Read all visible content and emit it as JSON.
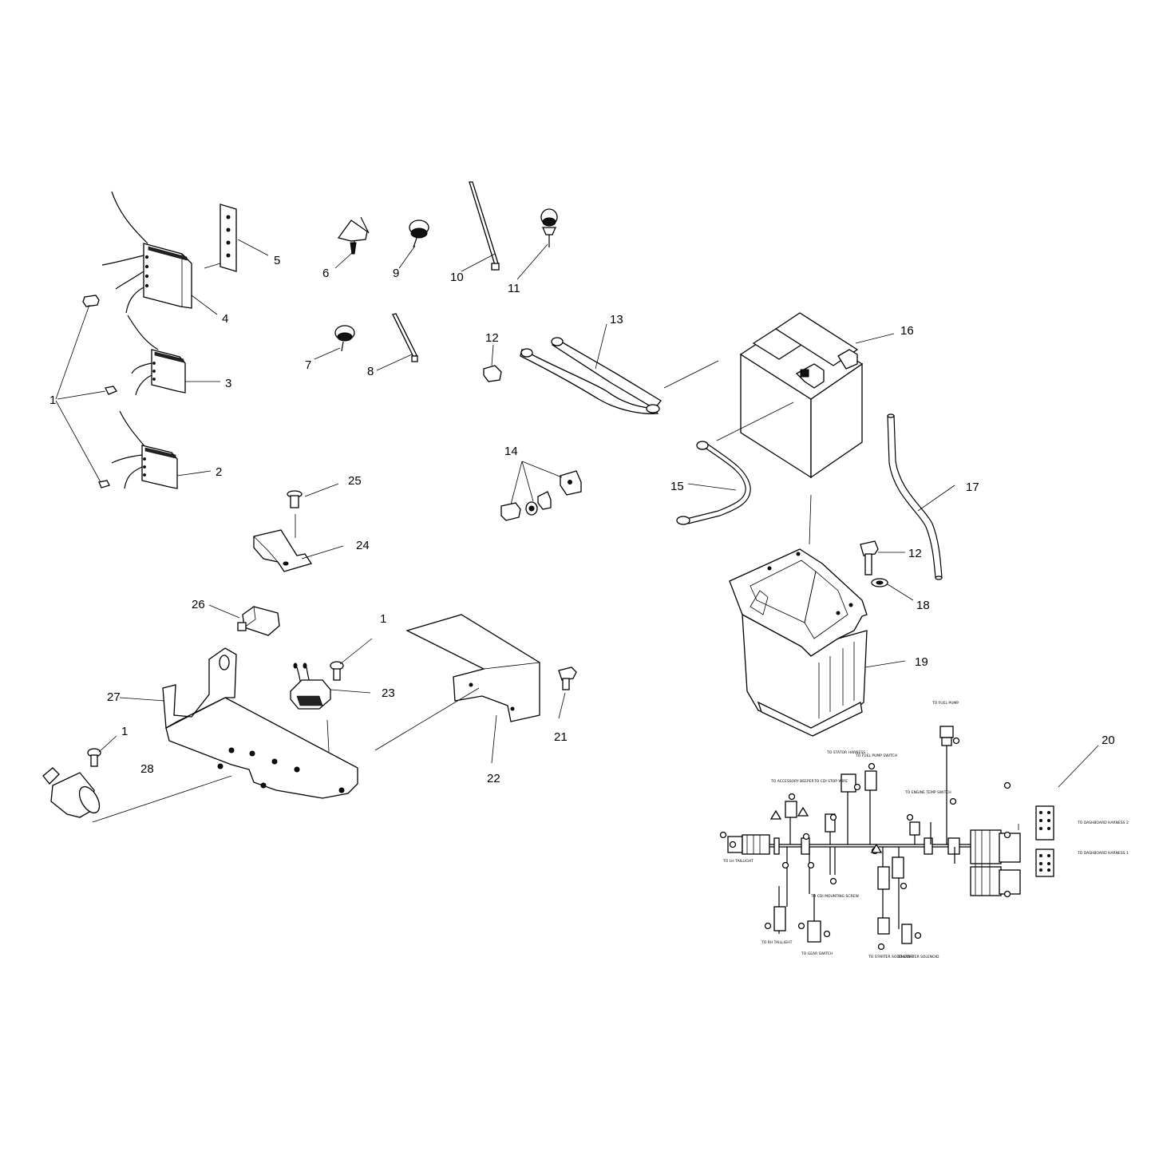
{
  "callouts": {
    "c1": "1",
    "c2": "2",
    "c3": "3",
    "c4": "4",
    "c5": "5",
    "c6": "6",
    "c7": "7",
    "c8": "8",
    "c9": "9",
    "c10": "10",
    "c11": "11",
    "c12": "12",
    "c13": "13",
    "c14": "14",
    "c15": "15",
    "c16": "16",
    "c17": "17",
    "c18": "18",
    "c19": "19",
    "c20": "20",
    "c21": "21",
    "c22": "22",
    "c23": "23",
    "c24": "24",
    "c25": "25",
    "c26": "26",
    "c27": "27",
    "c28": "28"
  },
  "harness": {
    "fuel_pump": "TO FUEL PUMP",
    "stator": "TO STATOR HARNESS",
    "fuel_pump_switch": "TO FUEL PUMP SWITCH",
    "accessory": "TO ACCESSORY BEEPER",
    "cdi_stop": "TO CDI STOP WIRE",
    "engine_temp": "TO ENGINE TEMP SWITCH",
    "lh_taillight": "TO LH TAILLIGHT",
    "rh_taillight": "TO RH TAILLIGHT",
    "cdi_screw": "TO CDI MOUNTING SCREW",
    "gear_switch": "TO GEAR SWITCH",
    "solenoid_b": "TO STARTER SOLENOID B",
    "solenoid": "TO STARTER SOLENOID",
    "dashboard_2": "TO DASHBOARD HARNESS 2",
    "dashboard_1": "TO DASHBOARD HARNESS 1"
  }
}
